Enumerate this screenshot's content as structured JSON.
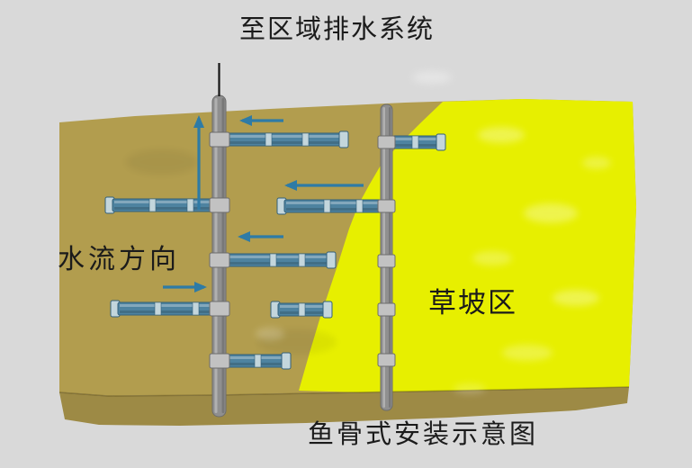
{
  "labels": {
    "top": "至区域排水系统",
    "flow": "水流方向",
    "grass": "草坡区",
    "caption": "鱼骨式安装示意图"
  },
  "colors": {
    "background": "#d9d9d9",
    "terrain": "#b29d4e",
    "terrain-front": "#9d8a45",
    "grass": "#e7ef00",
    "pipe-gray": "#8f8f8f",
    "pipe-gray-light": "#c2c2c2",
    "pipe-gray-dark": "#6c6c6c",
    "pipe-blue": "#4e83a0",
    "pipe-blue-light": "#c3d6dc",
    "pipe-blue-dark": "#33607a",
    "arrow": "#2e7ba6",
    "text": "#1b1b1b"
  },
  "diagram": {
    "main_pipe_count": 2,
    "lateral_pipe_count": 8,
    "flow_arrow_count": 5
  }
}
